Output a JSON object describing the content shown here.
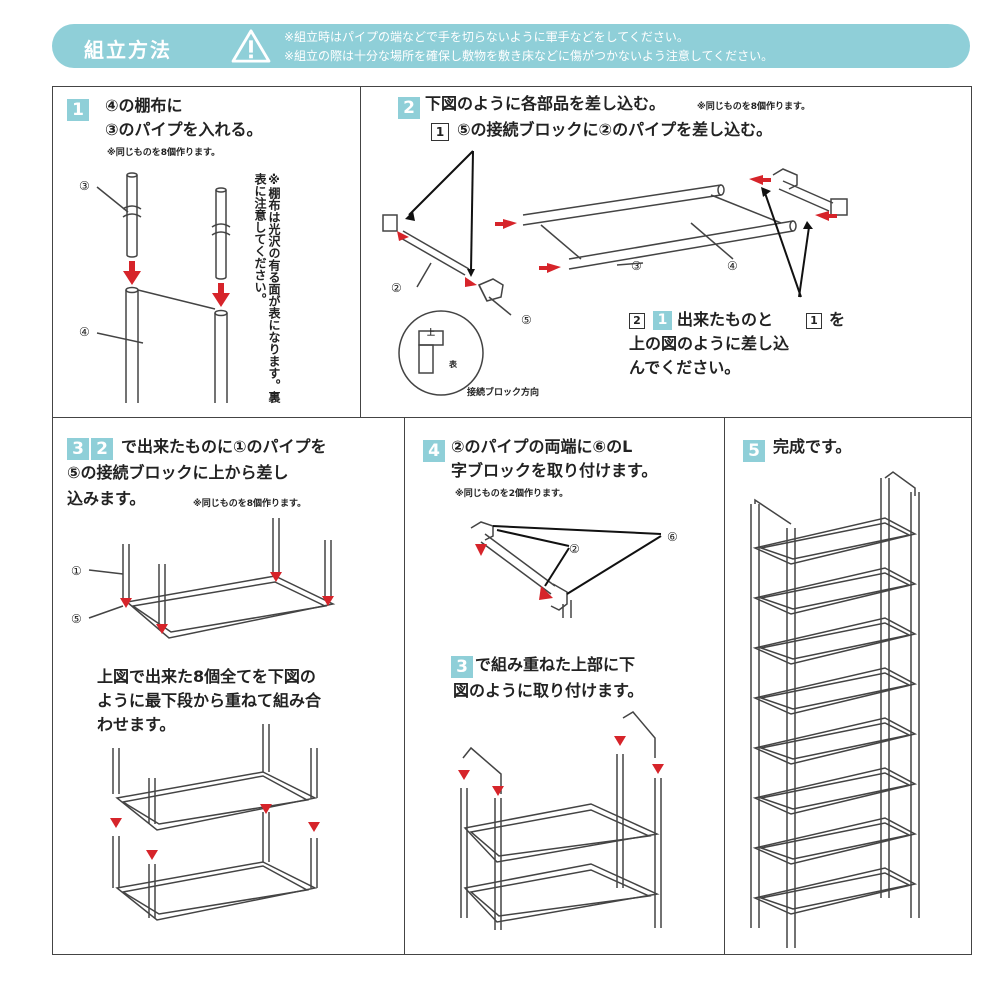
{
  "header": {
    "title": "組立方法",
    "warnings": [
      "※組立時はパイプの端などで手を切らないように軍手などをしてください。",
      "※組立の際は十分な場所を確保し敷物を敷き床などに傷がつかないよう注意してください。"
    ]
  },
  "step1": {
    "num": "1",
    "line1": "④の棚布に",
    "line2": "③のパイプを入れる。",
    "note": "※同じものを8個作ります。",
    "label_pipe": "③",
    "label_cloth": "④",
    "side_note": "※棚布は光沢の有る面が表になります。裏表に注意してください。"
  },
  "step2": {
    "num": "2",
    "line1": "下図のように各部品を差し込む。",
    "note": "※同じものを8個作ります。",
    "sub_badge": "1",
    "sub_line": "⑤の接続ブロックに②のパイプを差し込む。",
    "label_2": "②",
    "label_3": "③",
    "label_4": "④",
    "label_5": "⑤",
    "block_top": "上",
    "block_side": "表",
    "block_direction": "接続ブロック方向",
    "instr_badge_a": "2",
    "instr_badge_b": "1",
    "instr_line1": "出来たものと",
    "instr_ref": "1",
    "instr_line1_end": "を",
    "instr_line2": "上の図のように差し込",
    "instr_line3": "んでください。"
  },
  "step3": {
    "num_a": "3",
    "num_b": "2",
    "line1": "で出来たものに①のパイプを",
    "line2": "⑤の接続ブロックに上から差し",
    "line3": "込みます。",
    "note": "※同じものを8個作ります。",
    "label_1": "①",
    "label_5": "⑤",
    "stack_line1": "上図で出来た8個全てを下図の",
    "stack_line2": "ように最下段から重ねて組み合",
    "stack_line3": "わせます。"
  },
  "step4": {
    "num": "4",
    "line1": "②のパイプの両端に⑥のL",
    "line2": "字ブロックを取り付けます。",
    "note": "※同じものを2個作ります。",
    "label_2": "②",
    "label_6": "⑥",
    "sub_num": "3",
    "sub_line1": "で組み重ねた上部に下",
    "sub_line2": "図のように取り付けます。"
  },
  "step5": {
    "num": "5",
    "line1": "完成です。"
  },
  "colors": {
    "accent": "#8fcfd8",
    "arrow": "#d6242a",
    "line": "#444444"
  }
}
